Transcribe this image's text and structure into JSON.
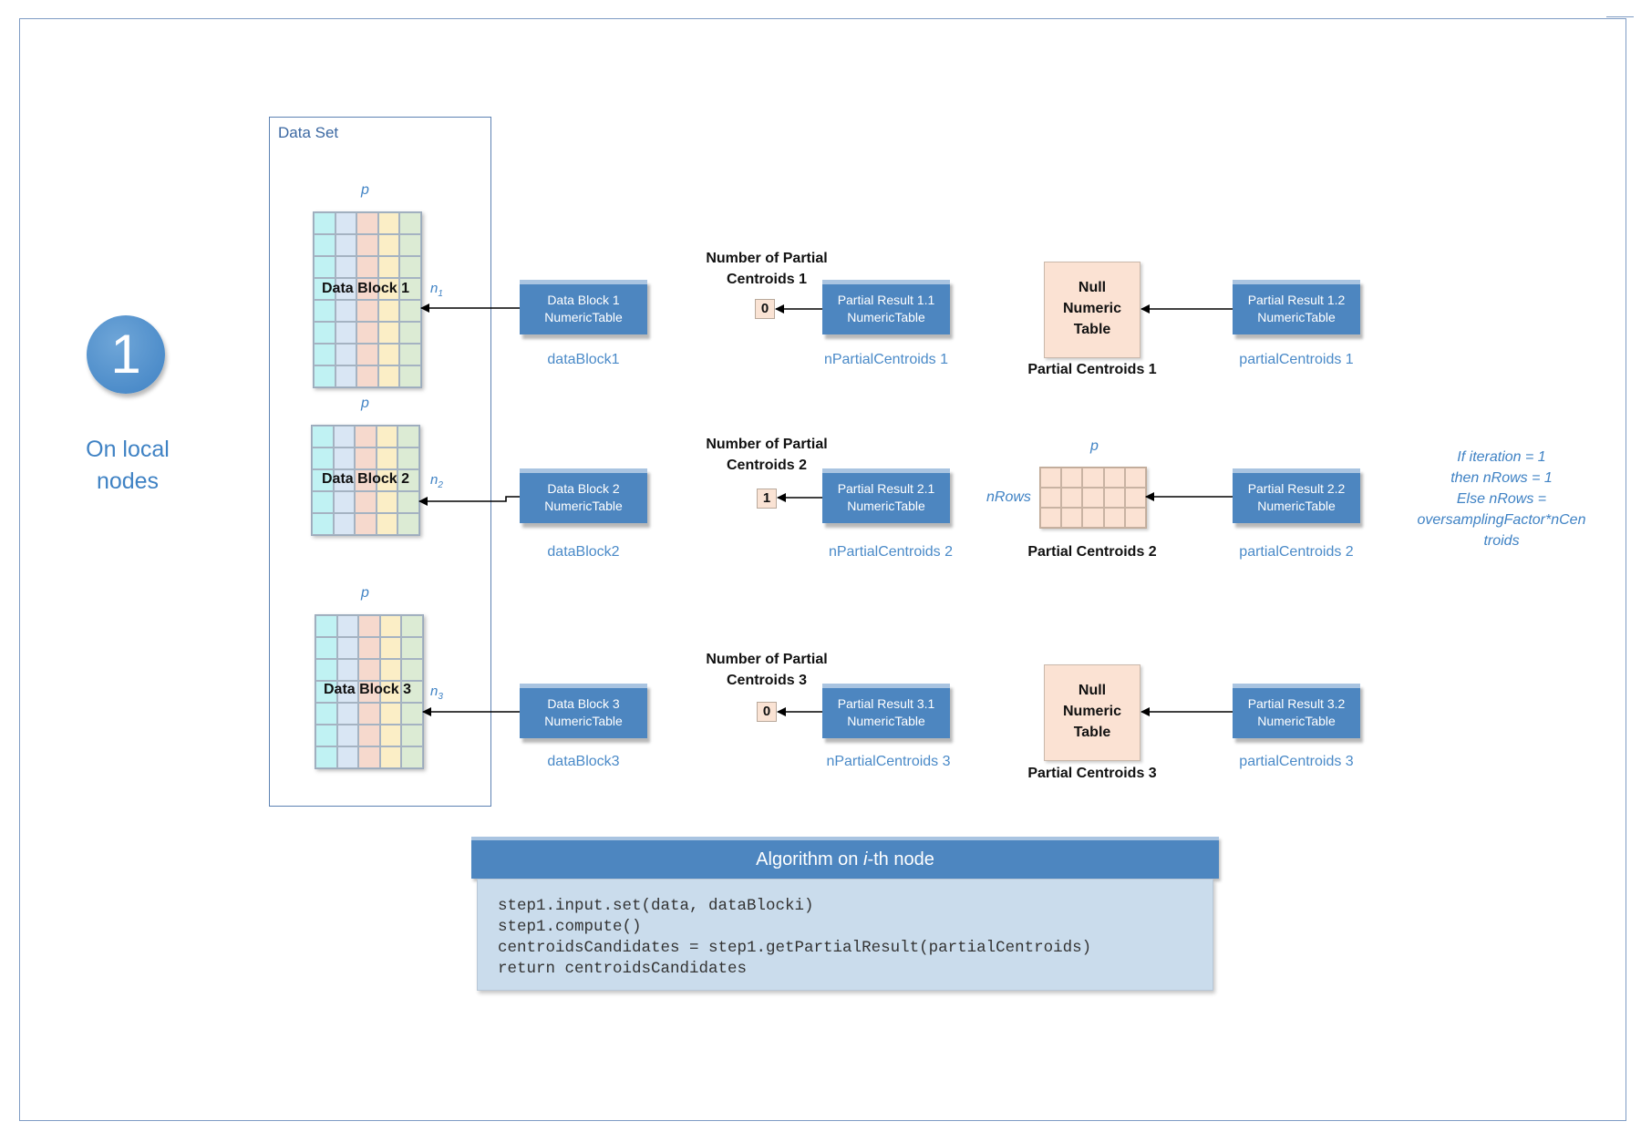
{
  "step": {
    "number": "1",
    "caption_line1": "On local",
    "caption_line2": "nodes"
  },
  "dataset": {
    "title": "Data Set",
    "p_label": "p",
    "blocks": [
      {
        "label": "Data Block 1",
        "n_base": "n",
        "n_sub": "1"
      },
      {
        "label": "Data Block 2",
        "n_base": "n",
        "n_sub": "2"
      },
      {
        "label": "Data Block 3",
        "n_base": "n",
        "n_sub": "3"
      }
    ]
  },
  "rows": [
    {
      "input": {
        "line1": "Data Block 1",
        "line2": "NumericTable",
        "caption": "dataBlock1"
      },
      "count": {
        "title_line1": "Number of Partial",
        "title_line2": "Centroids 1",
        "value": "0"
      },
      "partial_a": {
        "line1": "Partial Result 1.1",
        "line2": "NumericTable",
        "caption": "nPartialCentroids 1"
      },
      "centroids": {
        "null_line1": "Null",
        "null_line2": "Numeric",
        "null_line3": "Table",
        "title": "Partial Centroids 1"
      },
      "partial_b": {
        "line1": "Partial Result 1.2",
        "line2": "NumericTable",
        "caption": "partialCentroids 1"
      }
    },
    {
      "input": {
        "line1": "Data Block 2",
        "line2": "NumericTable",
        "caption": "dataBlock2"
      },
      "count": {
        "title_line1": "Number of Partial",
        "title_line2": "Centroids 2",
        "value": "1"
      },
      "partial_a": {
        "line1": "Partial Result 2.1",
        "line2": "NumericTable",
        "caption": "nPartialCentroids 2"
      },
      "centroids": {
        "p_label": "p",
        "rows_label": "nRows",
        "title": "Partial Centroids 2"
      },
      "partial_b": {
        "line1": "Partial Result 2.2",
        "line2": "NumericTable",
        "caption": "partialCentroids 2"
      }
    },
    {
      "input": {
        "line1": "Data Block 3",
        "line2": "NumericTable",
        "caption": "dataBlock3"
      },
      "count": {
        "title_line1": "Number of Partial",
        "title_line2": "Centroids 3",
        "value": "0"
      },
      "partial_a": {
        "line1": "Partial Result 3.1",
        "line2": "NumericTable",
        "caption": "nPartialCentroids 3"
      },
      "centroids": {
        "null_line1": "Null",
        "null_line2": "Numeric",
        "null_line3": "Table",
        "title": "Partial Centroids 3"
      },
      "partial_b": {
        "line1": "Partial Result 3.2",
        "line2": "NumericTable",
        "caption": "partialCentroids 3"
      }
    }
  ],
  "note": {
    "line1": "If iteration = 1",
    "line2": "then nRows = 1",
    "line3": "Else nRows =",
    "line4": "oversamplingFactor*nCen",
    "line5": "troids"
  },
  "algorithm": {
    "title_pre": "Algorithm on ",
    "title_italic": "i",
    "title_post": "-th node",
    "code": [
      "step1.input.set(data, dataBlocki)",
      "step1.compute()",
      "centroidsCandidates = step1.getPartialResult(partialCentroids)",
      "return centroidsCandidates"
    ]
  },
  "colors": {
    "accent_blue": "#4d86c0",
    "link_blue": "#4a8ac8",
    "peach": "#fbe2d3",
    "code_panel": "#cadcec"
  }
}
